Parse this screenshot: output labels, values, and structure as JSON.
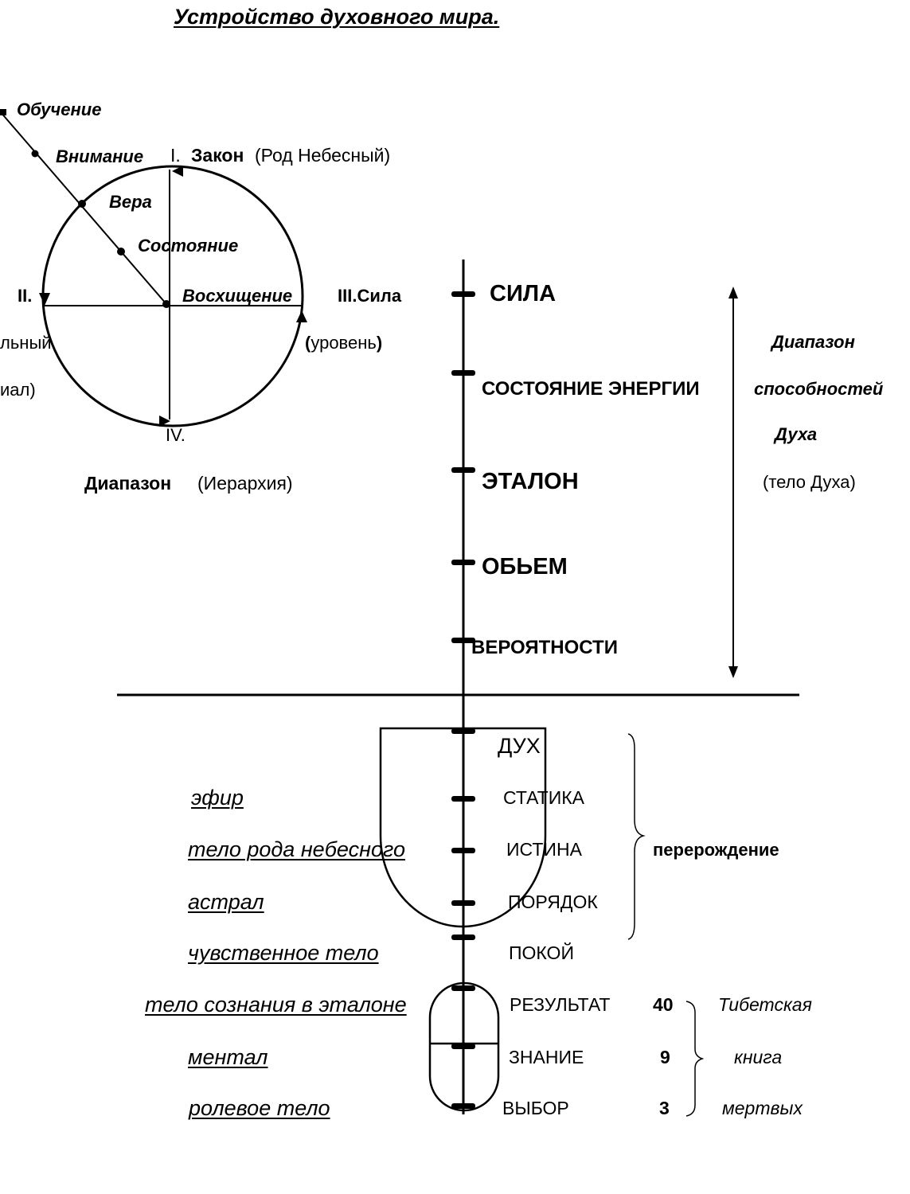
{
  "title": "Устройство духовного мира.",
  "circle": {
    "line_points": [
      "Обучение",
      "Внимание",
      "Вера",
      "Состояние",
      "Восхищение"
    ],
    "quadrants": {
      "q1_num": "I.",
      "q1_name": "Закон",
      "q1_note": "(Род Небесный)",
      "q2_num": "II.",
      "q2_left_frag1": "льный",
      "q2_left_frag2": "иал)",
      "q3_name": "III.Сила",
      "q3_paren_open": "(",
      "q3_note": "уровень",
      "q3_paren_close": ")",
      "q4_num": "IV."
    },
    "caption_name": "Диапазон",
    "caption_note": "(Иерархия)"
  },
  "scale_upper": [
    "СИЛА",
    "СОСТОЯНИЕ ЭНЕРГИИ",
    "ЭТАЛОН",
    "ОБЬЕМ",
    "ВЕРОЯТНОСТИ"
  ],
  "range_label": {
    "line1": "Диапазон",
    "line2": "способностей",
    "line3": "Духа",
    "line4": "(тело Духа)"
  },
  "scale_lower": [
    {
      "body": "",
      "level": "ДУХ"
    },
    {
      "body": "эфир",
      "level": "СТАТИКА"
    },
    {
      "body": "тело рода небесного",
      "level": "ИСТИНА"
    },
    {
      "body": "астрал",
      "level": "ПОРЯДОК"
    },
    {
      "body": "чувственное тело",
      "level": "ПОКОЙ"
    },
    {
      "body": "тело сознания в эталоне",
      "level": "РЕЗУЛЬТАТ"
    },
    {
      "body": "ментал",
      "level": "ЗНАНИЕ"
    },
    {
      "body": "ролевое тело",
      "level": "ВЫБОР"
    }
  ],
  "rebirth_label": "перерождение",
  "numbers": [
    "40",
    "9",
    "3"
  ],
  "book": [
    "Тибетская",
    "книга",
    "мертвых"
  ]
}
